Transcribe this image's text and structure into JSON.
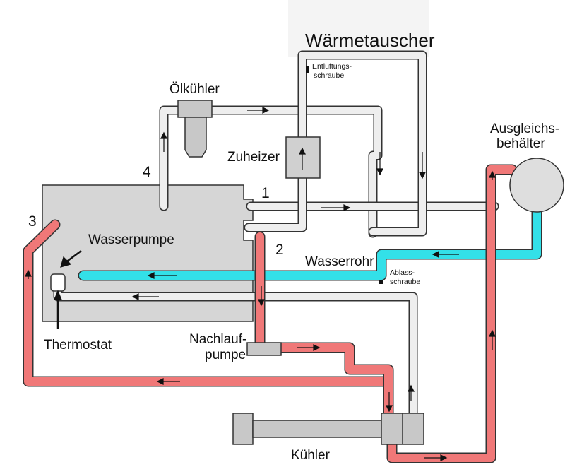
{
  "diagram": {
    "title": "Wärmetauscher",
    "labels": {
      "oelkuehler": "Ölkühler",
      "zuheizer": "Zuheizer",
      "ausgleichs_1": "Ausgleichs-",
      "ausgleichs_2": "behälter",
      "wasserpumpe": "Wasserpumpe",
      "thermostat": "Thermostat",
      "wasserrohr": "Wasserrohr",
      "nachlauf_1": "Nachlauf-",
      "nachlauf_2": "pumpe",
      "kuehler": "Kühler",
      "entlueft_1": "Entlüftungs-",
      "entlueft_2": "schraube",
      "ablass_1": "Ablass-",
      "ablass_2": "schraube"
    },
    "numbers": {
      "n1": "1",
      "n2": "2",
      "n3": "3",
      "n4": "4"
    },
    "colors": {
      "hot": "#f07878",
      "cold": "#33e0e8",
      "neutral": "#eeeeee",
      "engine": "#d6d6d6",
      "outline": "#333333"
    }
  }
}
